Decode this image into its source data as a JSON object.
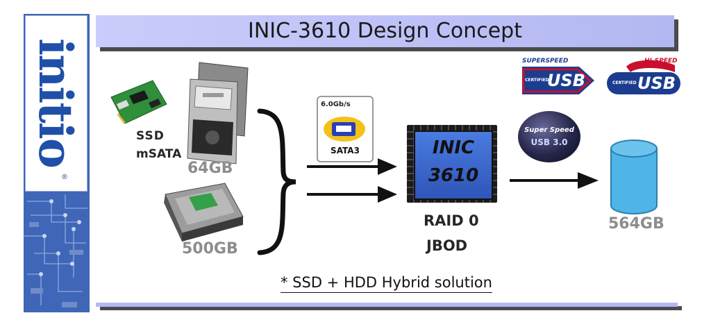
{
  "brand": {
    "logo_text": "initio",
    "registered_mark": "®"
  },
  "title": "INIC-3610 Design Concept",
  "ssd": {
    "label_line1": "SSD",
    "label_line2": "mSATA",
    "capacity": "64GB"
  },
  "hdd": {
    "capacity": "500GB"
  },
  "sata_badge": {
    "speed": "6.0Gb/s",
    "label": "SATA3"
  },
  "chip": {
    "line1": "INIC",
    "line2": "3610",
    "mode1": "RAID 0",
    "mode2": "JBOD"
  },
  "usb_logos": {
    "superspeed": {
      "top": "SUPERSPEED",
      "sub": "CERTIFIED",
      "main": "USB"
    },
    "hispeed": {
      "top": "HI-SPEED",
      "sub": "CERTIFIED",
      "main": "USB"
    },
    "usb3_badge": {
      "line1": "Super Speed",
      "line2": "USB 3.0"
    }
  },
  "output": {
    "capacity": "564GB"
  },
  "footnote": "* SSD + HDD Hybrid solution",
  "colors": {
    "title_bar": "#c0c4f8",
    "brand_blue": "#1f4fa8",
    "sidebar": "#3f66b7",
    "cylinder": "#4fb4e6",
    "chip": "#3c6bd3"
  }
}
